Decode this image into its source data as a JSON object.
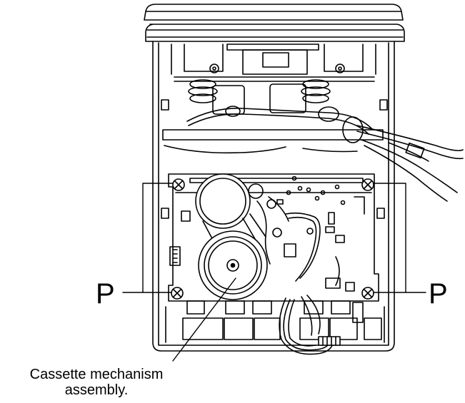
{
  "labels": {
    "screw_left": "P",
    "screw_right": "P",
    "caption_line1": "Cassette mechanism",
    "caption_line2": "assembly."
  }
}
